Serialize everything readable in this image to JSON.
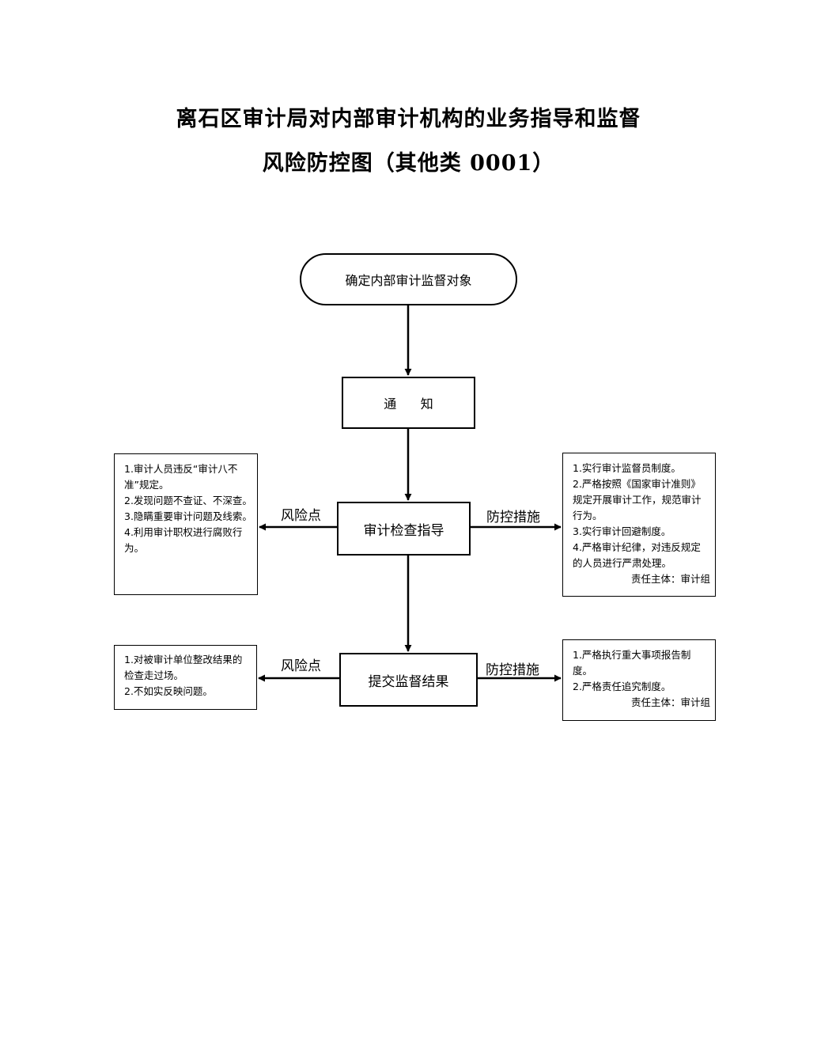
{
  "title": {
    "line1": "离石区审计局对内部审计机构的业务指导和监督",
    "line2": "风险防控图（其他类 0001）"
  },
  "nodes": {
    "start": "确定内部审计监督对象",
    "notify": "通      知",
    "check": "审计检查指导",
    "submit": "提交监督结果"
  },
  "edge_labels": {
    "risk1": "风险点",
    "control1": "防控措施",
    "risk2": "风险点",
    "control2": "防控措施"
  },
  "risk_boxes": {
    "check": [
      "1.审计人员违反“审计八不准”规定。",
      "2.发现问题不查证、不深查。",
      "3.隐瞒重要审计问题及线索。",
      "4.利用审计职权进行腐败行为。"
    ],
    "submit": [
      "1.对被审计单位整改结果的检查走过场。",
      "2.不如实反映问题。"
    ]
  },
  "control_boxes": {
    "check": {
      "items": [
        "1.实行审计监督员制度。",
        "2.严格按照《国家审计准则》规定开展审计工作，规范审计行为。",
        "3.实行审计回避制度。",
        "4.严格审计纪律，对违反规定的人员进行严肃处理。"
      ],
      "responsible": "责任主体：审计组"
    },
    "submit": {
      "items": [
        "1.严格执行重大事项报告制度。",
        "2.严格责任追究制度。"
      ],
      "responsible": "责任主体：审计组"
    }
  }
}
